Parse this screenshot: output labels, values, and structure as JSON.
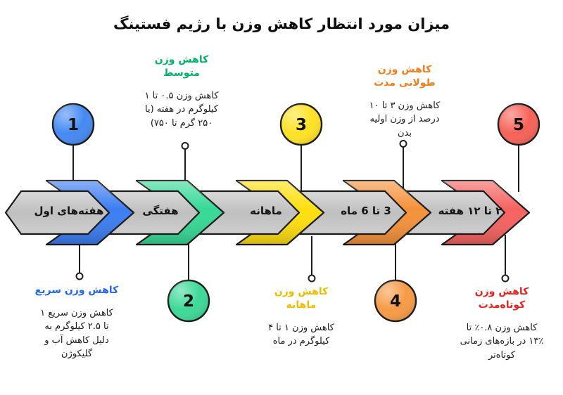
{
  "title": "میزان مورد انتظار کاهش وزن با رژیم فستینگ",
  "colors": {
    "connector": "#1e1e1e",
    "outline": "#1a1a1a"
  },
  "segments": [
    {
      "number": "1",
      "stage_label": "هفته‌های اول",
      "band_color": "#3b7df2",
      "circle_color": "#4489f2",
      "callout": {
        "position": "bottom",
        "heading": "کاهش وزن سریع",
        "heading_color": "#2165f0",
        "description": "کاهش وزن سریع ۱\nتا ۲.۵ کیلوگرم به\nدلیل کاهش آب و\nگلیکوژن"
      }
    },
    {
      "number": "2",
      "stage_label": "هفتگی",
      "band_color": "#36d996",
      "circle_color": "#3cd998",
      "callout": {
        "position": "top",
        "heading": "کاهش وزن\nمتوسط",
        "heading_color": "#00b269",
        "description": "کاهش وزن ۰.۵ تا ۱\nکیلوگرم در هفته (یا\n۲۵۰ گرم تا ۷۵۰)"
      }
    },
    {
      "number": "3",
      "stage_label": "ماهانه",
      "band_color": "#ffdf0e",
      "circle_color": "#ffe224",
      "callout": {
        "position": "bottom",
        "heading": "کاهش وزن\nماهانه",
        "heading_color": "#eebd00",
        "description": "کاهش وزن ۱ تا ۴\nکیلوگرم در ماه"
      }
    },
    {
      "number": "4",
      "stage_label": "3 تا 6 ماه",
      "band_color": "#f5913a",
      "circle_color": "#f69a45",
      "callout": {
        "position": "top",
        "heading": "کاهش وزن\nطولانی مدت",
        "heading_color": "#ef7d1b",
        "description": "کاهش وزن ۳ تا ۱۰\nدرصد از وزن اولیه\nبدن"
      }
    },
    {
      "number": "5",
      "stage_label": "۲ تا ۱۲ هفته",
      "band_color": "#f56260",
      "circle_color": "#f66257",
      "callout": {
        "position": "bottom",
        "heading": "کاهش وزن\nکوتاه‌مدت",
        "heading_color": "#e82220",
        "description": "کاهش وزن ۰.۸٪ تا\n۱۳٪ در بازه‌های زمانی\nکوتاه‌تر"
      }
    }
  ]
}
